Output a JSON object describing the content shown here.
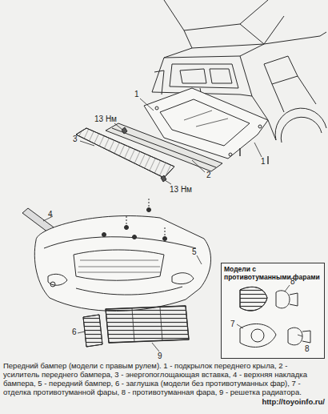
{
  "diagram": {
    "caption": "Передний бампер (модели с правым рулем). 1 - подкрылок переднего крыла, 2 - усилитель переднего бампера, 3 - энергопоглощающая вставка, 4 - верхняя накладка бампера, 5 - передний бампер, 6 - заглушка (модели без противотуманных фар), 7 - отделка противотуманной фары, 8 - противотуманная фара, 9 - решетка радиатора.",
    "nodes": [
      {
        "text": [
          "Модели с противотуманными фарами"
        ]
      }
    ],
    "labels": [
      "1",
      "13 Нм",
      "1",
      "3",
      "2",
      "13 Нм",
      "4",
      "5",
      "6",
      "9",
      "8",
      "7",
      "8",
      "http://toyoinfo.ru/"
    ]
  }
}
